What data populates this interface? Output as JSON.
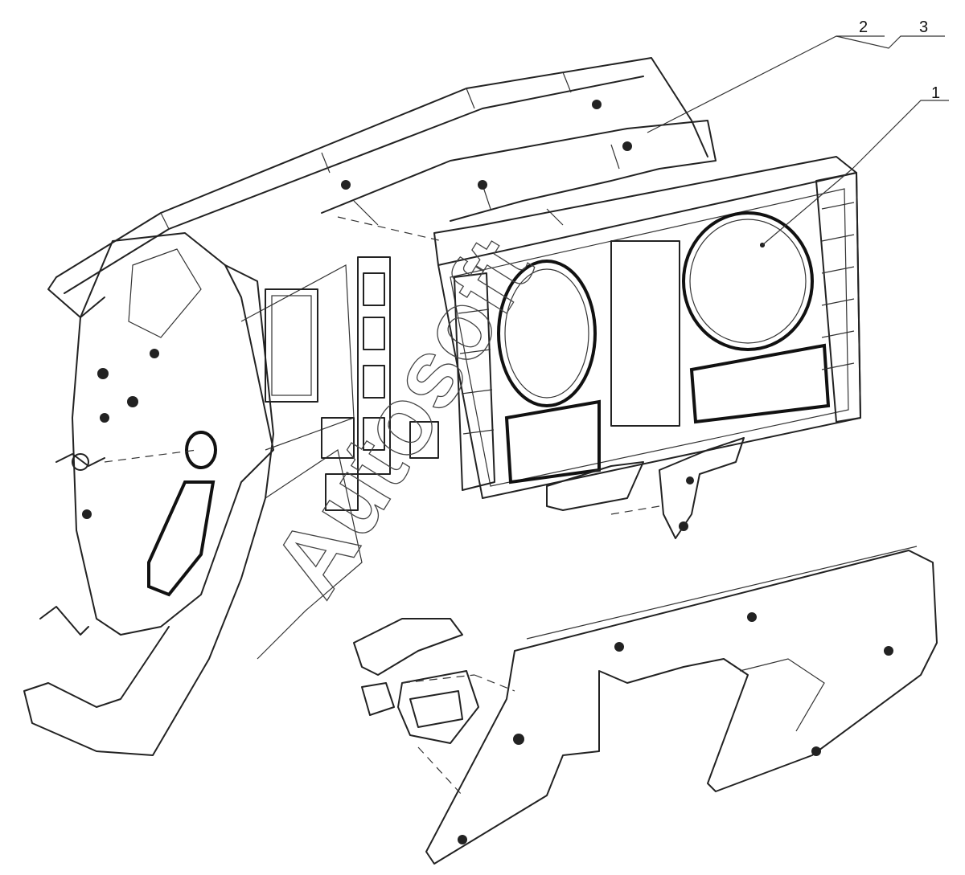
{
  "callouts": [
    {
      "number": "1"
    },
    {
      "number": "2"
    },
    {
      "number": "3"
    }
  ],
  "watermark": "Autosoft"
}
